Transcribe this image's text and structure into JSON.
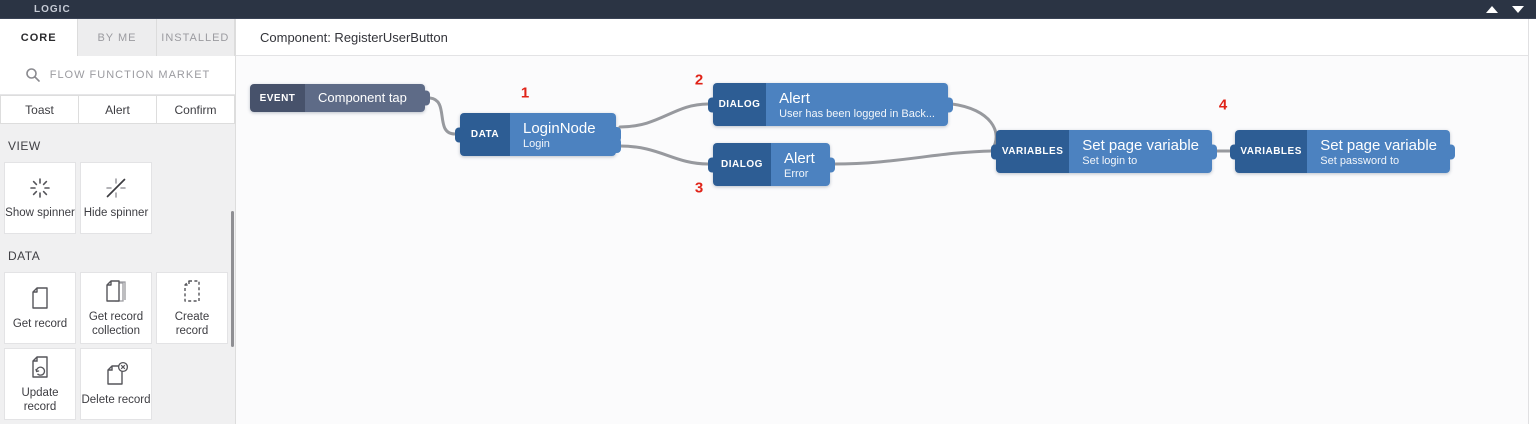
{
  "topbar": {
    "title": "LOGIC"
  },
  "sidebar": {
    "tabs": [
      {
        "label": "CORE",
        "active": true
      },
      {
        "label": "BY ME",
        "active": false
      },
      {
        "label": "INSTALLED",
        "active": false
      }
    ],
    "search": {
      "placeholder": "FLOW FUNCTION MARKET",
      "icon": "search-icon"
    },
    "quick_buttons": [
      {
        "label": "Toast"
      },
      {
        "label": "Alert"
      },
      {
        "label": "Confirm"
      }
    ],
    "view_section": {
      "label": "VIEW",
      "items": [
        {
          "label": "Show spinner",
          "icon": "spinner-icon"
        },
        {
          "label": "Hide spinner",
          "icon": "spinner-off-icon"
        }
      ]
    },
    "data_section": {
      "label": "DATA",
      "items": [
        {
          "label": "Get record",
          "icon": "document-icon"
        },
        {
          "label": "Get record collection",
          "icon": "document-stack-icon"
        },
        {
          "label": "Create record",
          "icon": "document-dashed-icon"
        },
        {
          "label": "Update record",
          "icon": "document-refresh-icon"
        },
        {
          "label": "Delete record",
          "icon": "document-delete-icon"
        }
      ]
    }
  },
  "canvas": {
    "header": {
      "title": "Component: RegisterUserButton"
    },
    "nodes": {
      "event": {
        "type": "EVENT",
        "title": "Component tap"
      },
      "login": {
        "type": "DATA",
        "title": "LoginNode",
        "subtitle": "Login"
      },
      "alert_success": {
        "type": "DIALOG",
        "title": "Alert",
        "subtitle": "User has been logged in Back..."
      },
      "alert_error": {
        "type": "DIALOG",
        "title": "Alert",
        "subtitle": "Error"
      },
      "set_login": {
        "type": "VARIABLES",
        "title": "Set page variable",
        "subtitle": "Set login to"
      },
      "set_password": {
        "type": "VARIABLES",
        "title": "Set page variable",
        "subtitle": "Set password to"
      }
    },
    "annotations": [
      {
        "text": "1"
      },
      {
        "text": "2"
      },
      {
        "text": "3"
      },
      {
        "text": "4"
      }
    ]
  },
  "colors": {
    "topbar_bg": "#2b3444",
    "node_blue": "#4c82c0",
    "node_blue_dark": "#2d5d94",
    "node_slate": "#5e6b87",
    "node_slate_dark": "#47526b",
    "wire": "#97999e",
    "annotation_red": "#e02318"
  }
}
